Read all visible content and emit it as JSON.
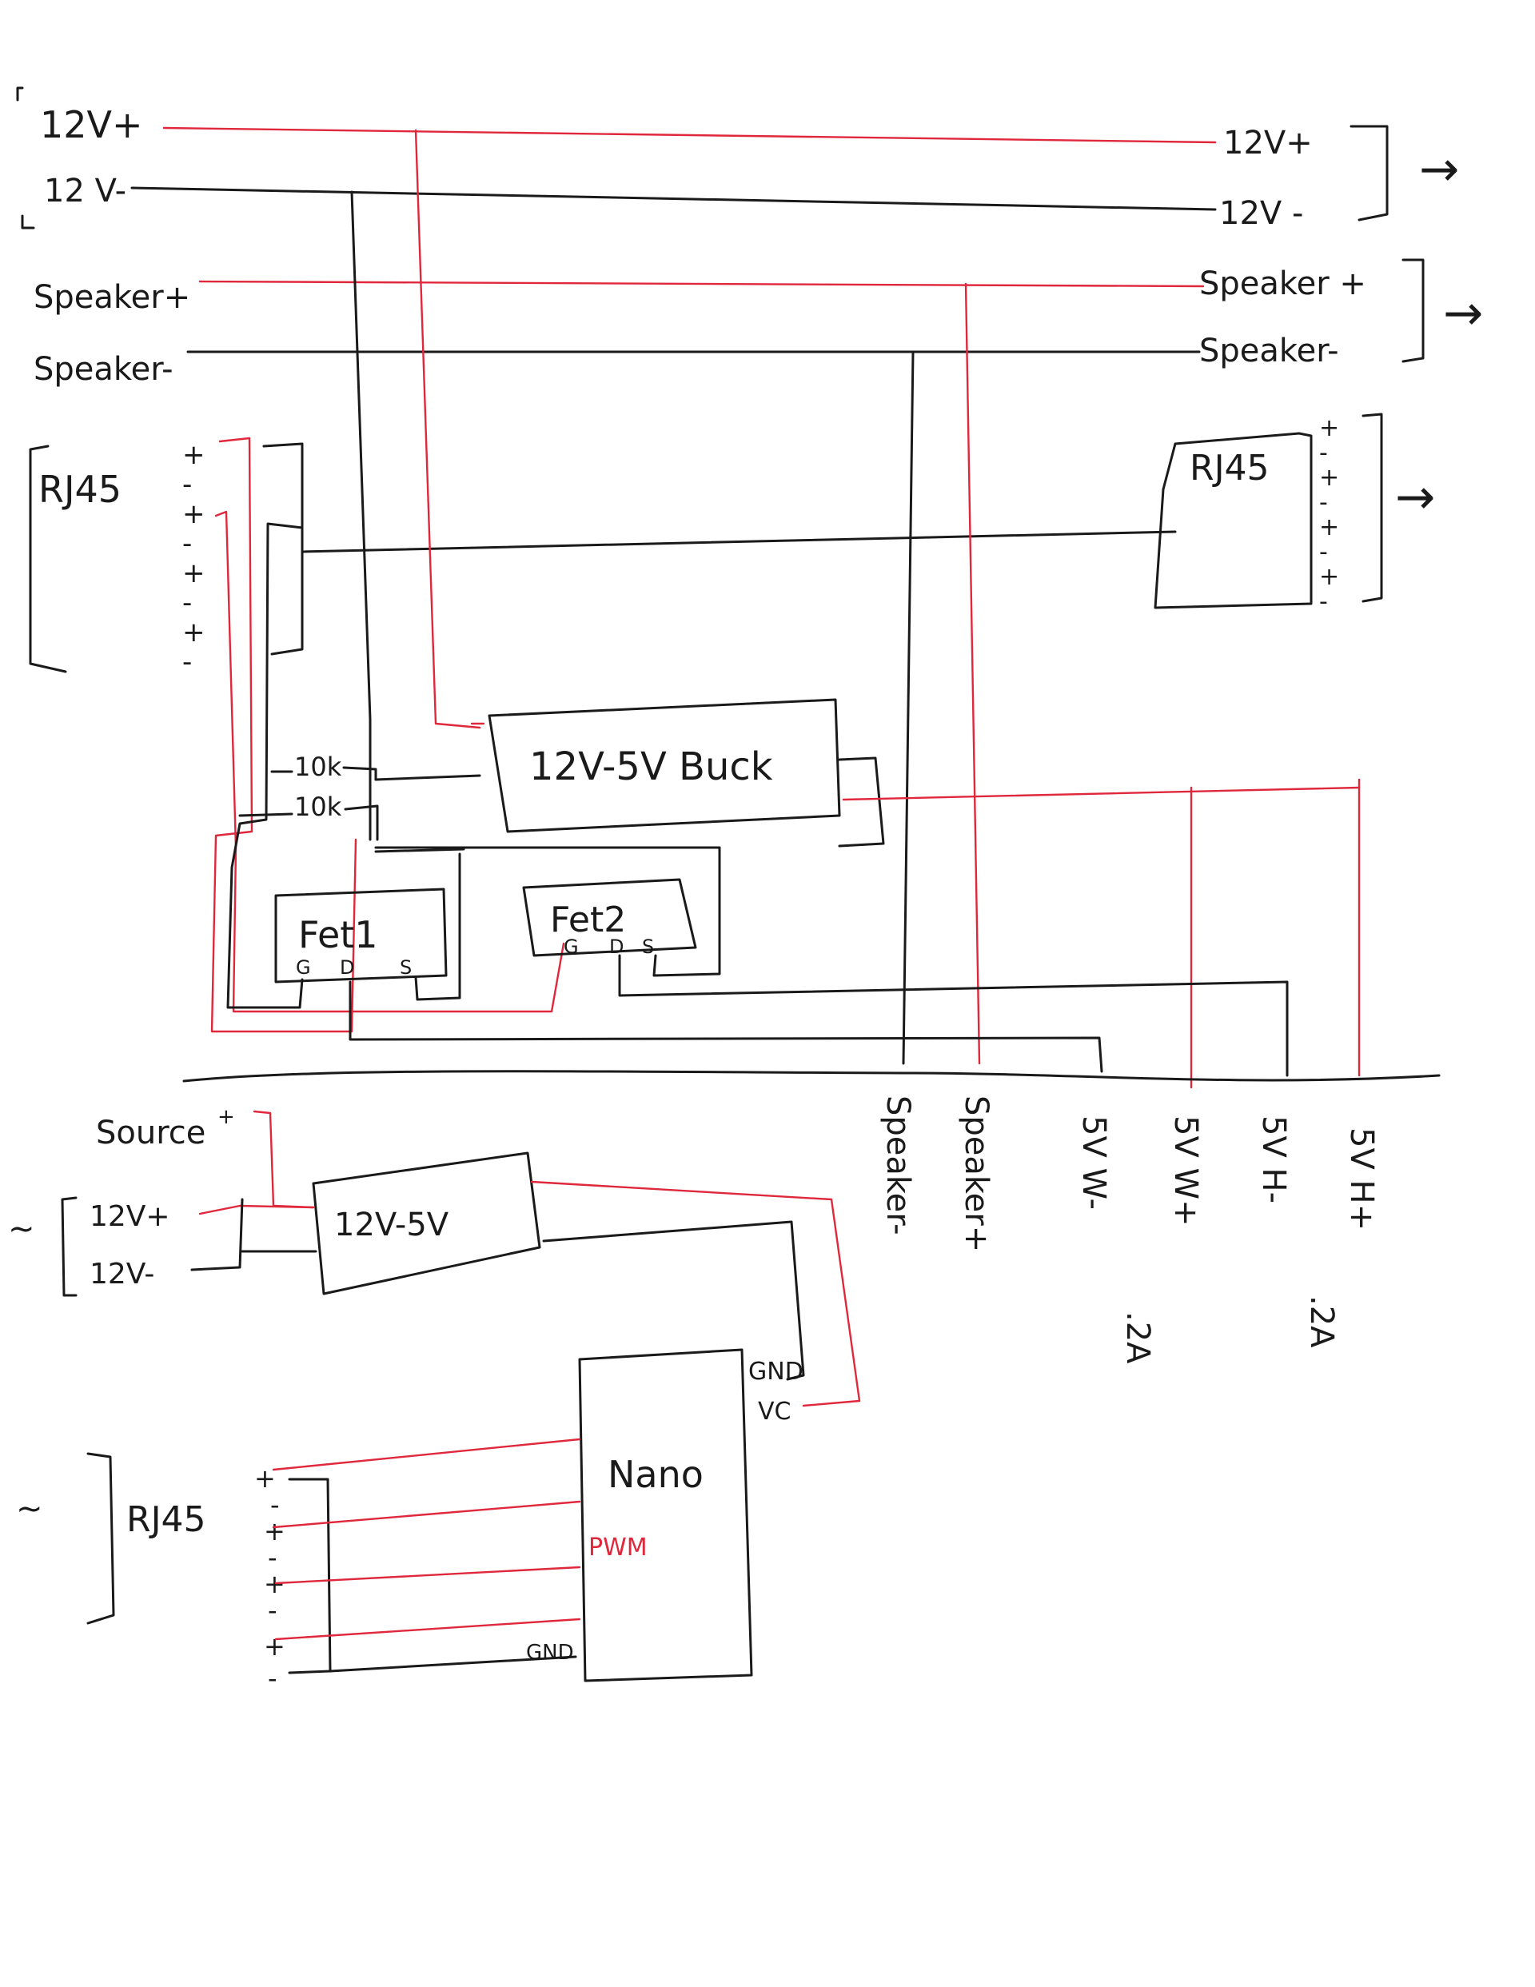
{
  "colors": {
    "ink": "#1a1a1a",
    "wire_red": "#e0283c",
    "paper": "#ffffff"
  },
  "top_left": {
    "v12_plus": "12V+",
    "v12_minus": "12 V-",
    "speaker_plus": "Speaker+",
    "speaker_minus": "Speaker-"
  },
  "top_right": {
    "v12_plus": "12V+",
    "v12_minus": "12V -",
    "speaker_plus": "Speaker +",
    "speaker_minus": "Speaker-",
    "arrow1": "→",
    "arrow2": "→",
    "arrow3": "→"
  },
  "rj45_left": {
    "label": "RJ45",
    "pins": [
      "+",
      "-",
      "+",
      "-",
      "+",
      "-",
      "+",
      "-"
    ]
  },
  "rj45_right": {
    "label": "RJ45",
    "pins": [
      "+",
      "-",
      "+",
      "-",
      "+",
      "-",
      "+",
      "-"
    ]
  },
  "buck": {
    "label": "12V-5V Buck"
  },
  "resistors": {
    "r1": "10k",
    "r2": "10k"
  },
  "fet1": {
    "label": "Fet1",
    "g": "G",
    "d": "D",
    "s": "S"
  },
  "fet2": {
    "label": "Fet2",
    "g": "G",
    "d": "D",
    "s": "S"
  },
  "outputs": [
    "Speaker-",
    "Speaker+",
    "5V W-",
    "5V W+",
    "5V H-",
    "5V H+"
  ],
  "output_notes": {
    "w": ".2A",
    "h": ".2A"
  },
  "bottom": {
    "source": "Source",
    "source_sign": "+",
    "v12_plus": "12V+",
    "v12_minus": "12V-",
    "converter": "12V-5V",
    "gnd": "GND",
    "vc": "VC",
    "nano": "Nano",
    "pwm": "PWM",
    "nano_gnd": "GND",
    "tilde_1": "~",
    "tilde_2": "~"
  },
  "rj45_bottom": {
    "label": "RJ45",
    "pins": [
      "+",
      "-",
      "+",
      "-",
      "+",
      "-",
      "+",
      "-"
    ]
  }
}
